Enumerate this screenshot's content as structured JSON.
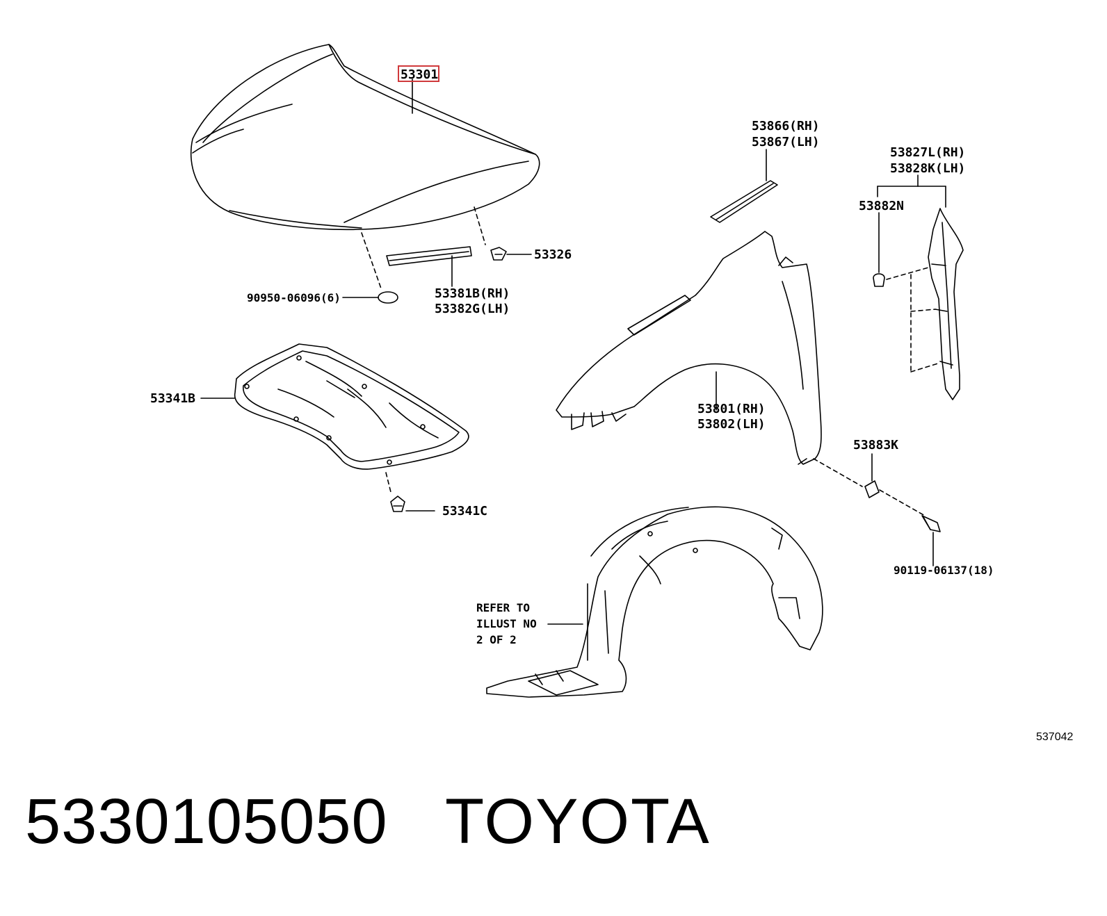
{
  "callouts": {
    "hood": "53301",
    "fender_liner_upper_rh": "53866(RH)",
    "fender_liner_upper_lh": "53867(LH)",
    "side_seal_rh": "53827L(RH)",
    "side_seal_lh": "53828K(LH)",
    "clip_n": "53882N",
    "clip_53326": "53326",
    "grommet": "90950-06096(6)",
    "hood_seal_rh": "53381B(RH)",
    "hood_seal_lh": "53382G(LH)",
    "insulator": "53341B",
    "insulator_clip": "53341C",
    "fender_rh": "53801(RH)",
    "fender_lh": "53802(LH)",
    "nut": "53883K",
    "bolt": "90119-06137(18)",
    "refer_line1": "REFER TO",
    "refer_line2": "ILLUST NO",
    "refer_line3": "2 OF 2"
  },
  "illustration_id": "537042",
  "footer": {
    "part_number": "5330105050",
    "brand": "TOYOTA"
  },
  "colors": {
    "highlight_box": "#d0393b",
    "line": "#000000"
  }
}
